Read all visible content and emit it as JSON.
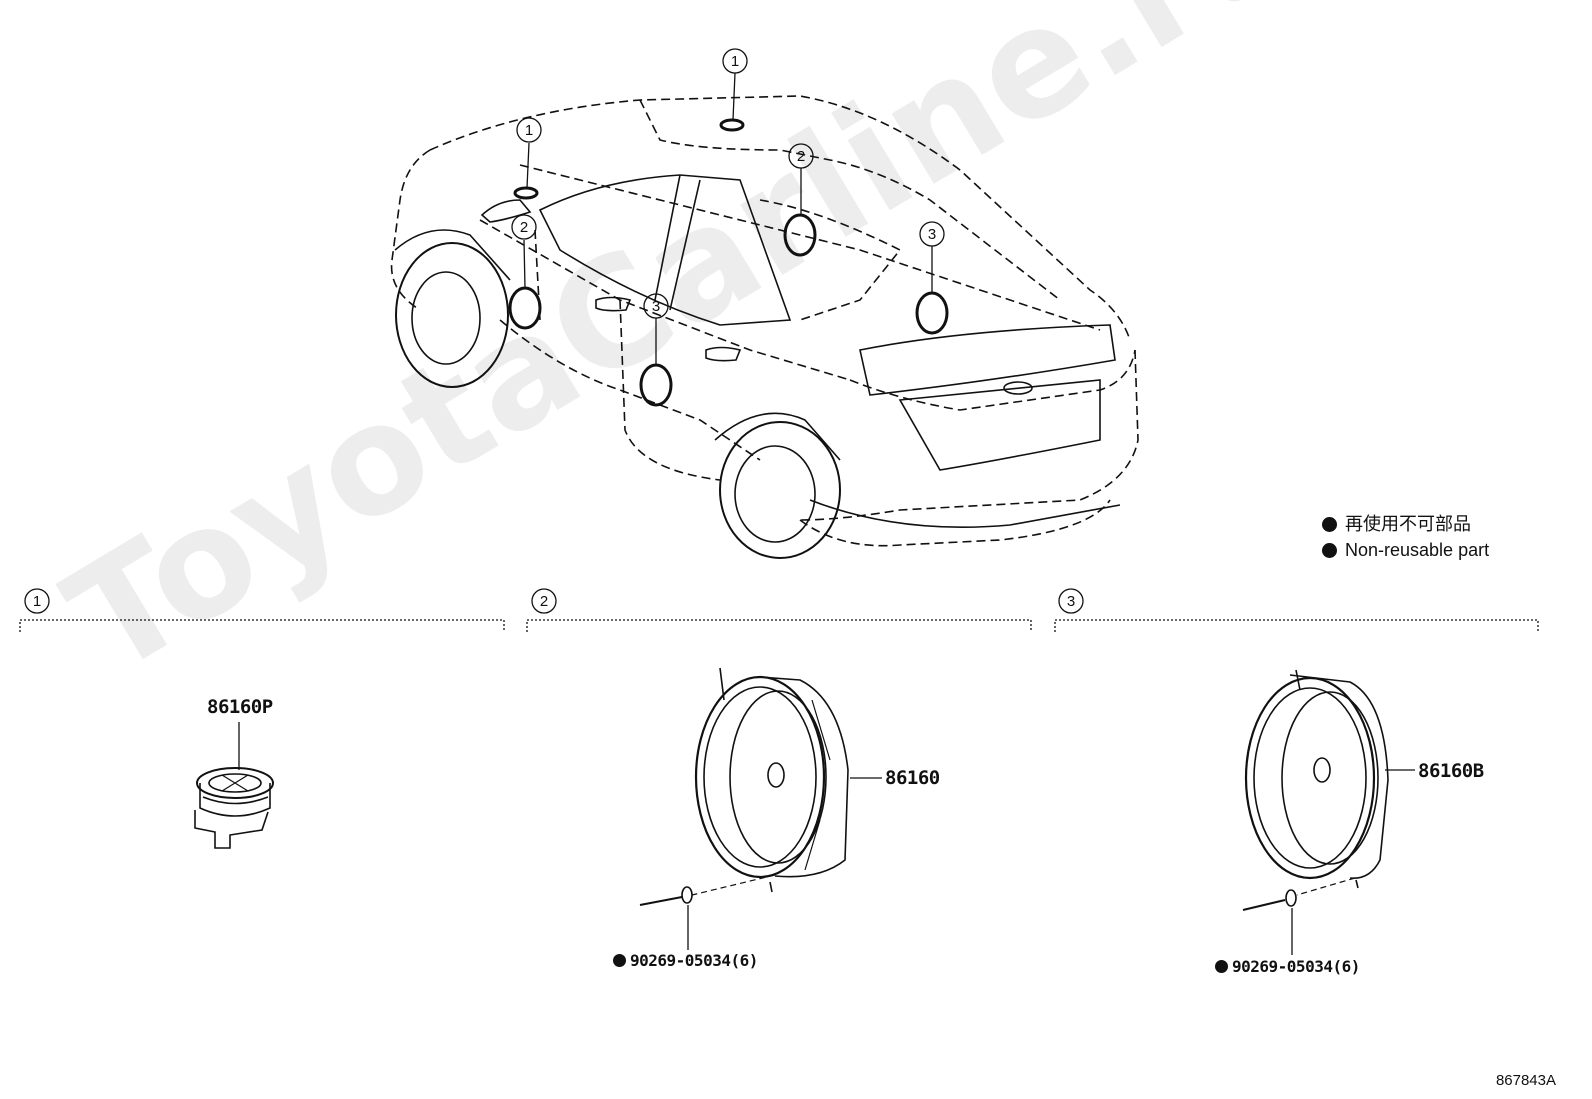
{
  "watermark": "ToyotaCarline.ru",
  "legend": {
    "non_reusable_ja": "再使用不可部品",
    "non_reusable_en": "Non-reusable part"
  },
  "callouts": {
    "one": "1",
    "two": "2",
    "three": "3"
  },
  "sections": [
    {
      "number": "1",
      "part_number": "86160P"
    },
    {
      "number": "2",
      "part_number": "86160",
      "fastener": "90269-05034(6)"
    },
    {
      "number": "3",
      "part_number": "86160B",
      "fastener": "90269-05034(6)"
    }
  ],
  "document_id": "867843A",
  "colors": {
    "line": "#111111",
    "watermark": "#000000"
  }
}
